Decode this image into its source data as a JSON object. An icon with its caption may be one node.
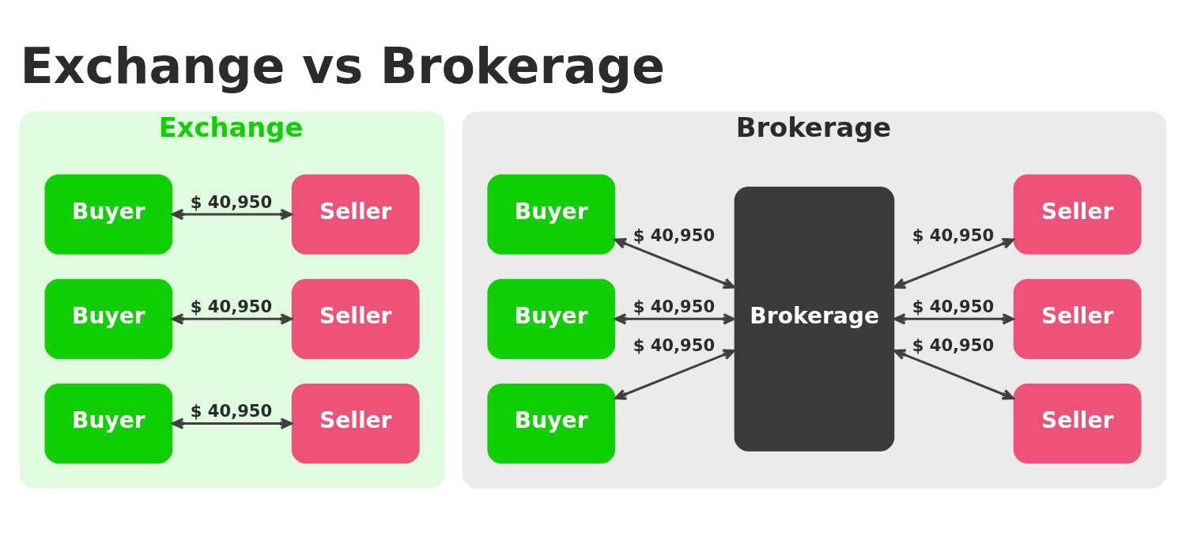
{
  "diagram": {
    "title": "Exchange vs Brokerage",
    "nodes": [
      {
        "text": [
          "Exchange"
        ]
      },
      {
        "text": [
          "Buyer"
        ],
        "in": 0
      },
      {
        "text": [
          "Seller"
        ],
        "in": 0
      },
      {
        "text": [
          "Buyer"
        ],
        "in": 0
      },
      {
        "text": [
          "Seller"
        ],
        "in": 0
      },
      {
        "text": [
          "Buyer"
        ],
        "in": 0
      },
      {
        "text": [
          "Seller"
        ],
        "in": 0
      },
      {
        "text": [
          "Brokerage"
        ]
      },
      {
        "text": [
          "Buyer"
        ],
        "in": 7
      },
      {
        "text": [
          "Brokerage"
        ],
        "in": 7
      },
      {
        "text": [
          "Seller"
        ],
        "in": 7
      },
      {
        "text": [
          "Buyer"
        ],
        "in": 7
      },
      {
        "text": [
          "Seller"
        ],
        "in": 7
      },
      {
        "text": [
          "Buyer"
        ],
        "in": 7
      },
      {
        "text": [
          "Seller"
        ],
        "in": 7
      }
    ],
    "edges": [
      {
        "from": 1,
        "to": 2,
        "arrow": "both",
        "label": "$ 40,950"
      },
      {
        "from": 3,
        "to": 4,
        "arrow": "both",
        "label": "$ 40,950"
      },
      {
        "from": 5,
        "to": 6,
        "arrow": "both",
        "label": "$ 40,950"
      },
      {
        "from": 8,
        "to": 9,
        "arrow": "both",
        "label": "$ 40,950"
      },
      {
        "from": 9,
        "to": 10,
        "arrow": "both",
        "label": "$ 40,950"
      },
      {
        "from": 11,
        "to": 9,
        "arrow": "both",
        "label": "$ 40,950"
      },
      {
        "from": 9,
        "to": 12,
        "arrow": "both",
        "label": "$ 40,950"
      },
      {
        "from": 13,
        "to": 9,
        "arrow": "both",
        "label": "$ 40,950"
      },
      {
        "from": 9,
        "to": 14,
        "arrow": "both",
        "label": "$ 40,950"
      }
    ]
  }
}
